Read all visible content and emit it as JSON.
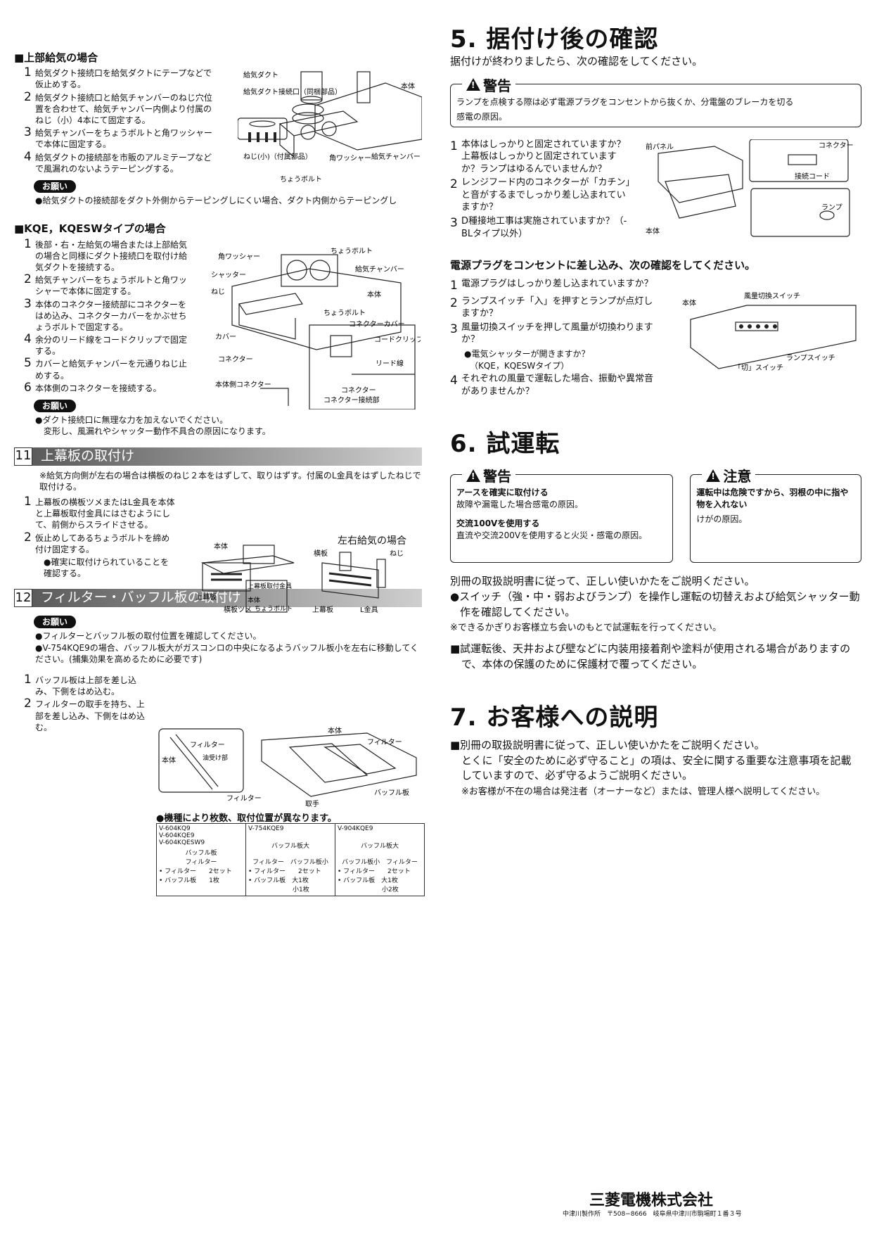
{
  "left": {
    "upper_supply": {
      "heading": "■上部給気の場合",
      "steps": [
        {
          "n": "1",
          "text": "給気ダクト接続口を給気ダクトにテープなどで仮止めする。"
        },
        {
          "n": "2",
          "text": "給気ダクト接続口と給気チャンバーのねじ穴位置を合わせて、給気チャンバー内側より付属のねじ（小）4本にて固定する。"
        },
        {
          "n": "3",
          "text": "給気チャンバーをちょうボルトと角ワッシャーで本体に固定する。"
        },
        {
          "n": "4",
          "text": "給気ダクトの接続部を市販のアルミテープなどで風漏れのないようテーピングする。"
        }
      ],
      "onegai": "お願い",
      "note": "●給気ダクトの接続部をダクト外側からテーピングしにくい場合、ダクト内側からテーピングし",
      "labels": [
        "給気ダクト",
        "本体",
        "給気ダクト接続口（同梱部品）",
        "ねじ(小)（付属部品）",
        "角ワッシャー",
        "給気チャンバー",
        "ちょうボルト"
      ]
    },
    "kqe": {
      "heading": "■KQE，KQESWタイプの場合",
      "steps": [
        {
          "n": "1",
          "text": "後部・右・左給気の場合または上部給気の場合と同様にダクト接続口を取付け給気ダクトを接続する。"
        },
        {
          "n": "2",
          "text": "給気チャンバーをちょうボルトと角ワッシャーで本体に固定する。"
        },
        {
          "n": "3",
          "text": "本体のコネクター接続部にコネクターをはめ込み、コネクターカバーをかぶせちょうボルトで固定する。"
        },
        {
          "n": "4",
          "text": "余分のリード線をコードクリップで固定する。"
        },
        {
          "n": "5",
          "text": "カバーと給気チャンバーを元通りねじ止めする。"
        },
        {
          "n": "6",
          "text": "本体側のコネクターを接続する。"
        }
      ],
      "onegai": "お願い",
      "notes": [
        "●ダクト接続口に無理な力を加えないでください。",
        "変形し、風漏れやシャッター動作不具合の原因になります。"
      ],
      "labels": [
        "角ワッシャー",
        "ちょうボルト",
        "シャッター",
        "給気チャンバー",
        "ねじ",
        "本体",
        "ちょうボルト",
        "コネクターカバー",
        "カバー",
        "コードクリップ",
        "コネクター",
        "リード線",
        "本体側コネクター",
        "コネクター",
        "コネクター接続部"
      ]
    },
    "sec11": {
      "num": "11",
      "title": "上幕板の取付け",
      "note": "※給気方向側が左右の場合は横板のねじ２本をはずして、取りはずす。付属のL金具をはずしたねじで取付ける。",
      "steps": [
        {
          "n": "1",
          "text": "上幕板の横板ツメまたはL金具を本体と上幕板取付金具にはさむようにして、前側からスライドさせる。"
        },
        {
          "n": "2",
          "text": "仮止めしてあるちょうボルトを締め付け固定する。"
        }
      ],
      "bullet": "●確実に取付けられていることを確認する。",
      "fig_title": "左右給気の場合",
      "labels": [
        "本体",
        "上幕板",
        "横板ツメ",
        "上幕板取付金具",
        "本体",
        "ちょうボルト",
        "横板",
        "ねじ",
        "上幕板",
        "L金具"
      ]
    },
    "sec12": {
      "num": "12",
      "title": "フィルター・バッフル板の取付け",
      "onegai": "お願い",
      "notes": [
        "●フィルターとバッフル板の取付位置を確認してください。",
        "●V-754KQE9の場合、バッフル板大がガスコンロの中央になるようバッフル板小を左右に移動してください。(捕集効果を高めるために必要です)"
      ],
      "steps": [
        {
          "n": "1",
          "text": "バッフル板は上部を差し込み、下側をはめ込む。"
        },
        {
          "n": "2",
          "text": "フィルターの取手を持ち、上部を差し込み、下側をはめ込む。"
        }
      ],
      "labels": [
        "本体",
        "フィルター",
        "油受け部",
        "フィルター",
        "本体",
        "フィルター",
        "バッフル板",
        "取手"
      ],
      "table_title": "●機種により枚数、取付位置が異なります。",
      "table": [
        {
          "model": "V-604KQ9\nV-604KQE9\nV-604KQESW9",
          "top": "バッフル板",
          "bottom": "フィルター",
          "items": [
            "• フィルター　　2セット",
            "• バッフル板　　1枚"
          ]
        },
        {
          "model": "V-754KQE9",
          "top": "バッフル板大",
          "bottom": "フィルター　バッフル板小",
          "items": [
            "• フィルター　　2セット",
            "• バッフル板　大1枚",
            "　　　　　　　小1枚"
          ]
        },
        {
          "model": "V-904KQE9",
          "top": "バッフル板大",
          "bottom": "バッフル板小　フィルター",
          "items": [
            "• フィルター　　2セット",
            "• バッフル板　大1枚",
            "　　　　　　　小2枚"
          ]
        }
      ]
    }
  },
  "right": {
    "sec5": {
      "title": "5. 据付け後の確認",
      "intro": "据付けが終わりましたら、次の確認をしてください。",
      "warning_label": "警告",
      "warning_lines": [
        "ランプを点検する際は必ず電源プラグをコンセントから抜くか、分電盤のブレーカを切る",
        "感電の原因。"
      ],
      "steps": [
        {
          "n": "1",
          "text": "本体はしっかりと固定されていますか？上幕板はしっかりと固定されていますか？ランプはゆるんでいませんか？"
        },
        {
          "n": "2",
          "text": "レンジフード内のコネクターが「カチン」と音がするまでしっかり差し込まれていますか？"
        },
        {
          "n": "3",
          "text": "D種接地工事は実施されていますか？（-BLタイプ以外）"
        }
      ],
      "fig_labels": [
        "前パネル",
        "コネクター",
        "接続コード",
        "ランプ",
        "本体"
      ],
      "plug_heading": "電源プラグをコンセントに差し込み、次の確認をしてください。",
      "plug_steps": [
        {
          "n": "1",
          "text": "電源プラグはしっかり差し込まれていますか？"
        },
        {
          "n": "2",
          "text": "ランプスイッチ「入」を押すとランプが点灯しますか？"
        },
        {
          "n": "3",
          "text": "風量切換スイッチを押して風量が切換わりますか？"
        },
        {
          "n": "4",
          "text": "それぞれの風量で運転した場合、振動や異常音がありませんか？"
        }
      ],
      "plug_bullets": [
        "●電気シャッターが開きますか？",
        "（KQE，KQESWタイプ）"
      ],
      "fig2_labels": [
        "本体",
        "風量切換スイッチ",
        "ランプスイッチ",
        "「切」スイッチ"
      ]
    },
    "sec6": {
      "title": "6. 試運転",
      "warning_label": "警告",
      "warning_lines": [
        "アースを確実に取付ける",
        "故障や漏電した場合感電の原因。",
        "交流100Vを使用する",
        "直流や交流200Vを使用すると火災・感電の原因。"
      ],
      "caution_label": "注意",
      "caution_lines": [
        "運転中は危険ですから、羽根の中に指や物を入れない",
        "けがの原因。"
      ],
      "text1": "別冊の取扱説明書に従って、正しい使いかたをご説明ください。",
      "text2": "●スイッチ（強・中・弱およびランプ）を操作し運転の切替えおよび給気シャッター動作を確認してください。",
      "text3": "※できるかぎりお客様立ち会いのもとで試運転を行ってください。",
      "text4": "■試運転後、天井および壁などに内装用接着剤や塗料が使用される場合がありますので、本体の保護のために保護材で覆ってください。"
    },
    "sec7": {
      "title": "7. お客様への説明",
      "text1": "■別冊の取扱説明書に従って、正しい使いかたをご説明ください。",
      "text2": "とくに「安全のために必ず守ること」の項は、安全に関する重要な注意事項を記載していますので、必ず守るようご説明ください。",
      "text3": "※お客様が不在の場合は発注者（オーナーなど）または、管理人様へ説明してください。"
    }
  },
  "footer": {
    "company": "三菱電機株式会社",
    "address": "中津川製作所　〒508−8666　岐阜県中津川市駒場町１番３号"
  }
}
